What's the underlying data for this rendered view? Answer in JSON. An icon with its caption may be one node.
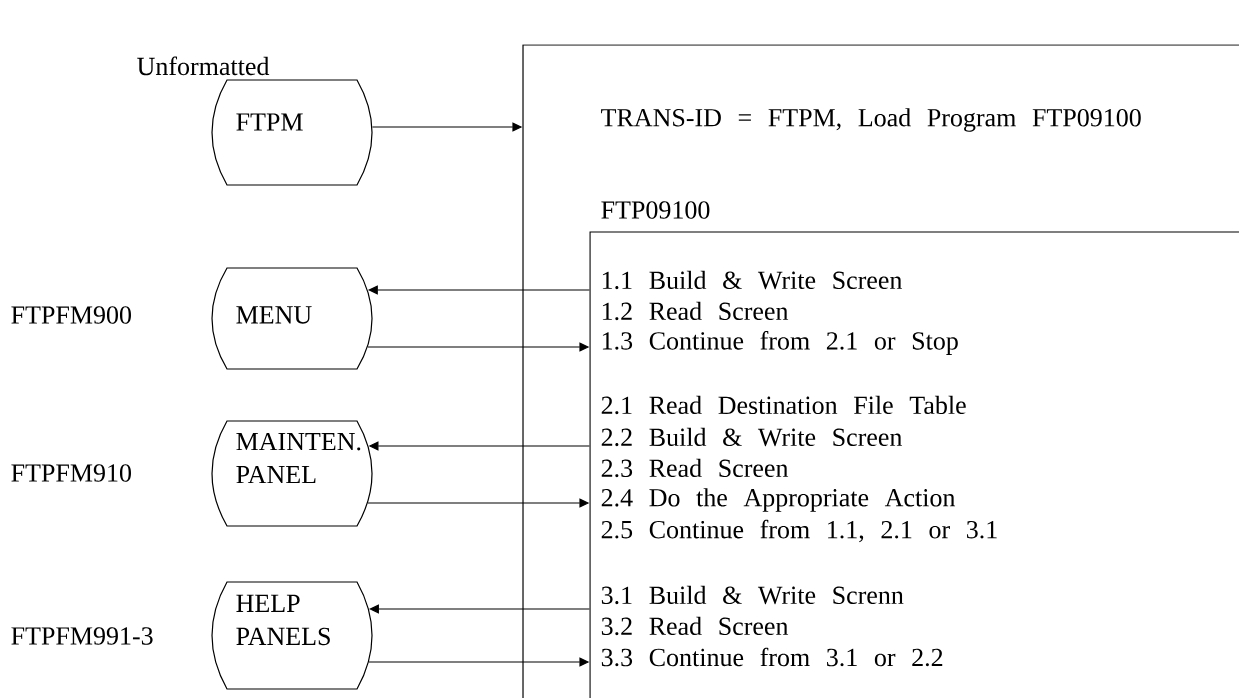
{
  "diagram": {
    "nodes": [
      {
        "text": [
          "TRANS-ID = FTPM, Load Program FTP09100"
        ]
      },
      {
        "text": [
          "FTP09100",
          "1.1 Build & Write Screen",
          "1.2 Read Screen",
          "1.3 Continue from 2.1 or Stop",
          "2.1 Read Destination File Table",
          "2.2 Build & Write Screen",
          "2.3 Read Screen",
          "2.4 Do the Appropriate Action",
          "2.5 Continue from 1.1, 2.1 or 3.1",
          "3.1 Build & Write Screnn",
          "3.2 Read Screen",
          "3.3 Continue from 3.1 or 2.2"
        ],
        "in": 0
      },
      {
        "text": [
          "FTPM"
        ],
        "beside": [
          "Unformatted"
        ]
      },
      {
        "text": [
          "MENU"
        ],
        "beside": [
          "FTPFM900"
        ]
      },
      {
        "text": [
          "MAINTEN. PANEL"
        ],
        "beside": [
          "FTPFM910"
        ]
      },
      {
        "text": [
          "HELP PANELS"
        ],
        "beside": [
          "FTPFM991-3"
        ]
      }
    ],
    "edges": [
      {
        "from": 2,
        "to": 0,
        "arrow": "to"
      },
      {
        "from": 1,
        "to": 3,
        "arrow": "to"
      },
      {
        "from": 3,
        "to": 1,
        "arrow": "to"
      },
      {
        "from": 1,
        "to": 4,
        "arrow": "to"
      },
      {
        "from": 4,
        "to": 1,
        "arrow": "to"
      },
      {
        "from": 1,
        "to": 5,
        "arrow": "to"
      },
      {
        "from": 5,
        "to": 1,
        "arrow": "to"
      }
    ]
  }
}
